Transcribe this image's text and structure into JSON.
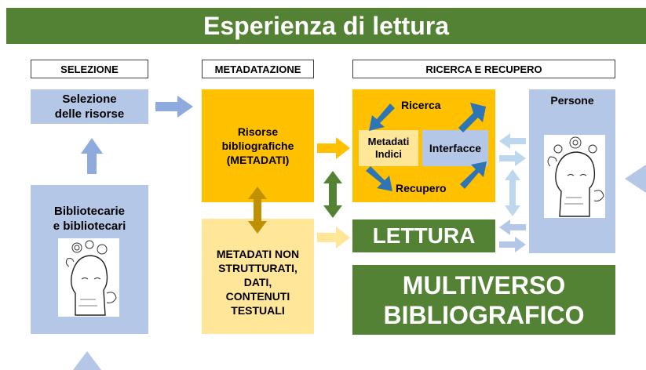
{
  "title": "Esperienza di lettura",
  "headers": {
    "selezione": "SELEZIONE",
    "metadatazione": "METADATAZIONE",
    "ricerca_recupero": "RICERCA E RECUPERO"
  },
  "boxes": {
    "selezione_risorse": [
      "Selezione",
      "delle risorse"
    ],
    "bibliotecari": [
      "Bibliotecarie",
      "e bibliotecari"
    ],
    "risorse_bibliografiche": [
      "Risorse",
      "bibliografiche",
      "(METADATI)"
    ],
    "metadati_non_strutturati": [
      "METADATI NON",
      "STRUTTURATI,",
      "DATI,",
      "CONTENUTI",
      "TESTUALI"
    ],
    "ricerca": "Ricerca",
    "metadati_indici": [
      "Metadati",
      "Indici"
    ],
    "interfacce": "Interfacce",
    "recupero": "Recupero",
    "persone": "Persone",
    "lettura": "LETTURA",
    "multiverso": [
      "MULTIVERSO",
      "BIBLIOGRAFICO"
    ]
  },
  "colors": {
    "green": "#548235",
    "light_blue": "#b4c7e7",
    "orange": "#ffc000",
    "pale_yellow": "#ffe699",
    "dark_blue": "#2e75b6",
    "dark_gold": "#bf9000",
    "arrow_blue": "#8faadc",
    "arrow_pale_blue": "#bdd7ee"
  },
  "icons": [
    "head-engraving-illustration",
    "arrow"
  ]
}
